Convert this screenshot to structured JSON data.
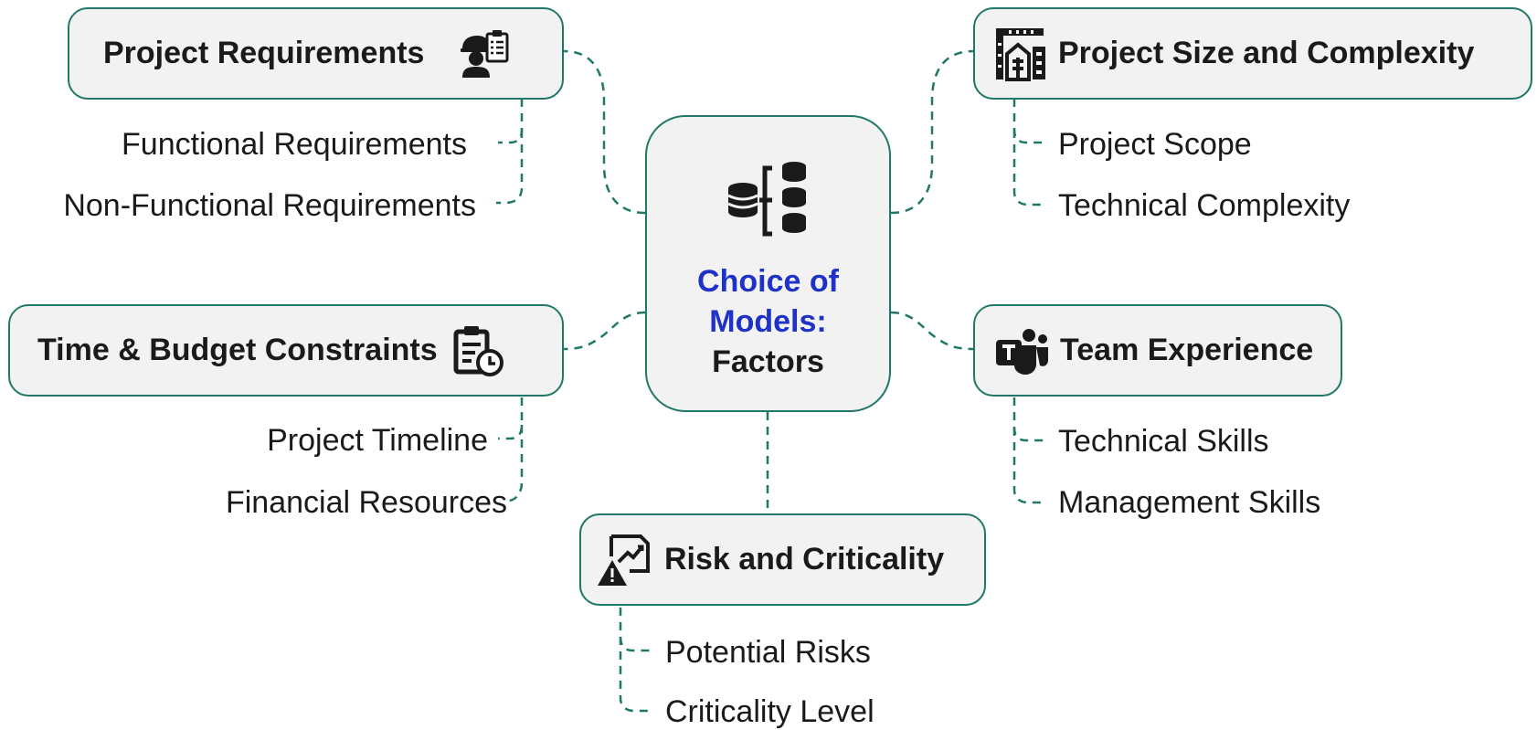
{
  "center": {
    "title_line1": "Choice of",
    "title_line2": "Models:",
    "subtitle": "Factors",
    "icon": "database-hierarchy-icon"
  },
  "nodes": {
    "project_requirements": {
      "title": "Project Requirements",
      "icon": "worker-clipboard-icon",
      "items": [
        "Functional Requirements",
        "Non-Functional Requirements"
      ]
    },
    "time_budget": {
      "title": "Time & Budget Constraints",
      "icon": "clipboard-clock-icon",
      "items": [
        "Project Timeline",
        "Financial Resources"
      ]
    },
    "project_size": {
      "title": "Project Size and Complexity",
      "icon": "buildings-icon",
      "items": [
        "Project Scope",
        "Technical Complexity"
      ]
    },
    "team_experience": {
      "title": "Team Experience",
      "icon": "teams-icon",
      "items": [
        "Technical Skills",
        "Management Skills"
      ]
    },
    "risk": {
      "title": "Risk and Criticality",
      "icon": "chart-warning-icon",
      "items": [
        "Potential Risks",
        "Criticality Level"
      ]
    }
  },
  "colors": {
    "accent": "#1f7868",
    "box_fill": "#f2f2f2",
    "center_title": "#1e32c8",
    "text": "#1a1a1a"
  }
}
